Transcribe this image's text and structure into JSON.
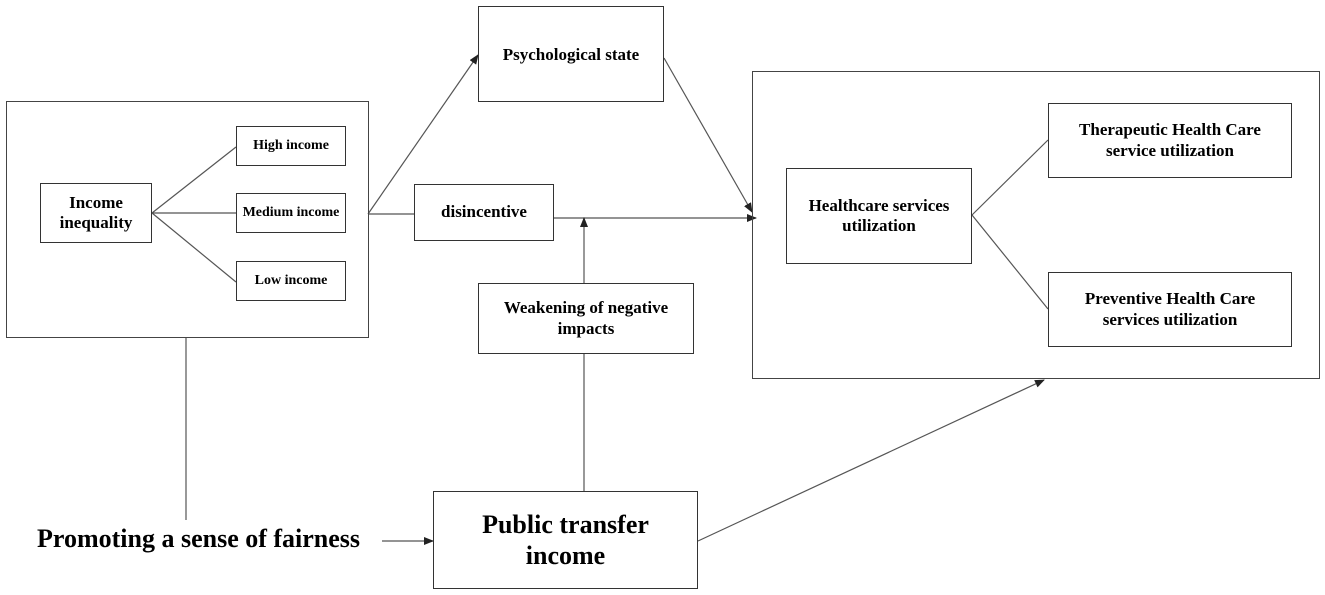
{
  "nodes": {
    "income_inequality": "Income inequality",
    "high_income": "High income",
    "medium_income": "Medium income",
    "low_income": "Low income",
    "psychological_state": "Psychological state",
    "disincentive": "disincentive",
    "weakening": "Weakening of negative impacts",
    "healthcare_utilization": "Healthcare services utilization",
    "therapeutic": "Therapeutic Health Care service utilization",
    "preventive": "Preventive Health Care services utilization",
    "public_transfer_income": "Public transfer income",
    "promoting_fairness": "Promoting a sense of fairness"
  },
  "edges": [
    {
      "from": "income_inequality",
      "to": "high_income",
      "style": "line"
    },
    {
      "from": "income_inequality",
      "to": "medium_income",
      "style": "line"
    },
    {
      "from": "income_inequality",
      "to": "low_income",
      "style": "line"
    },
    {
      "from": "income_inequality",
      "to": "psychological_state",
      "style": "arrow"
    },
    {
      "from": "income_inequality",
      "to": "disincentive",
      "style": "line"
    },
    {
      "from": "psychological_state",
      "to": "healthcare_utilization",
      "style": "arrow"
    },
    {
      "from": "disincentive",
      "to": "healthcare_utilization",
      "style": "arrow"
    },
    {
      "from": "weakening",
      "to": "disincentive",
      "style": "arrow"
    },
    {
      "from": "public_transfer_income",
      "to": "weakening",
      "style": "line"
    },
    {
      "from": "public_transfer_income",
      "to": "healthcare_utilization",
      "style": "arrow"
    },
    {
      "from": "healthcare_utilization",
      "to": "therapeutic",
      "style": "line"
    },
    {
      "from": "healthcare_utilization",
      "to": "preventive",
      "style": "line"
    },
    {
      "from": "income_inequality",
      "to": "promoting_fairness",
      "style": "line"
    },
    {
      "from": "promoting_fairness",
      "to": "public_transfer_income",
      "style": "arrow"
    }
  ]
}
